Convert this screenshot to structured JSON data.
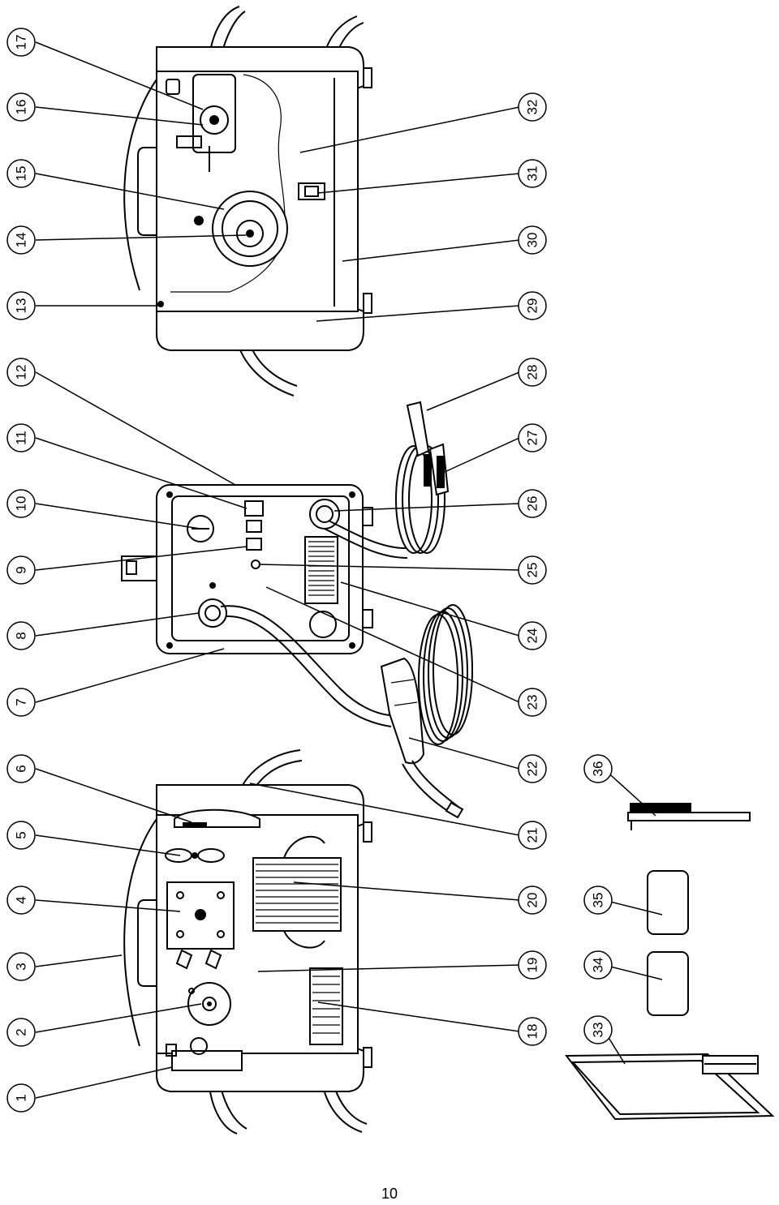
{
  "diagram": {
    "callouts": [
      {
        "id": "1",
        "label": "1"
      },
      {
        "id": "2",
        "label": "2"
      },
      {
        "id": "3",
        "label": "3"
      },
      {
        "id": "4",
        "label": "4"
      },
      {
        "id": "5",
        "label": "5"
      },
      {
        "id": "6",
        "label": "6"
      },
      {
        "id": "7",
        "label": "7"
      },
      {
        "id": "8",
        "label": "8"
      },
      {
        "id": "9",
        "label": "9"
      },
      {
        "id": "10",
        "label": "10"
      },
      {
        "id": "11",
        "label": "11"
      },
      {
        "id": "12",
        "label": "12"
      },
      {
        "id": "13",
        "label": "13"
      },
      {
        "id": "14",
        "label": "14"
      },
      {
        "id": "15",
        "label": "15"
      },
      {
        "id": "16",
        "label": "16"
      },
      {
        "id": "17",
        "label": "17"
      },
      {
        "id": "18",
        "label": "18"
      },
      {
        "id": "19",
        "label": "19"
      },
      {
        "id": "20",
        "label": "20"
      },
      {
        "id": "21",
        "label": "21"
      },
      {
        "id": "22",
        "label": "22"
      },
      {
        "id": "23",
        "label": "23"
      },
      {
        "id": "24",
        "label": "24"
      },
      {
        "id": "25",
        "label": "25"
      },
      {
        "id": "26",
        "label": "26"
      },
      {
        "id": "27",
        "label": "27"
      },
      {
        "id": "28",
        "label": "28"
      },
      {
        "id": "29",
        "label": "29"
      },
      {
        "id": "30",
        "label": "30"
      },
      {
        "id": "31",
        "label": "31"
      },
      {
        "id": "32",
        "label": "32"
      },
      {
        "id": "33",
        "label": "33"
      },
      {
        "id": "34",
        "label": "34"
      },
      {
        "id": "35",
        "label": "35"
      },
      {
        "id": "36",
        "label": "36"
      }
    ]
  },
  "footer": {
    "page_number": "10"
  }
}
